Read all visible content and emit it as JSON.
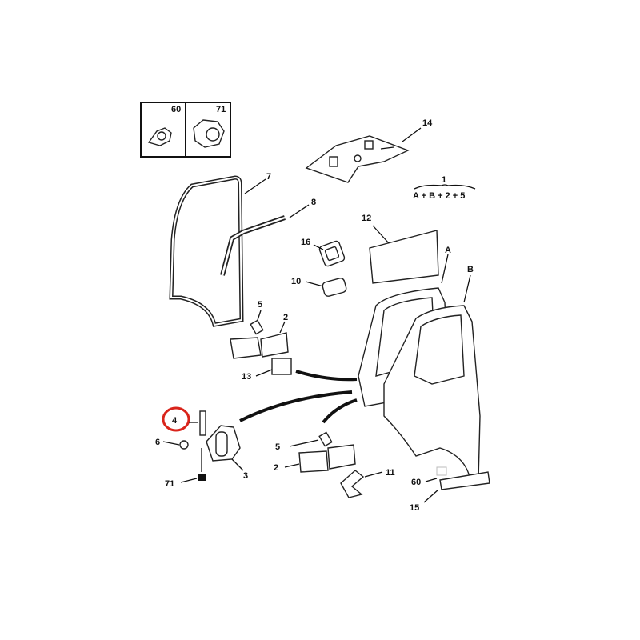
{
  "diagram": {
    "inset_labels": [
      "60",
      "71"
    ],
    "assembly": {
      "number": "1",
      "formula": "A + B + 2 + 5"
    },
    "labels": {
      "l14": "14",
      "l7": "7",
      "l8": "8",
      "l12": "12",
      "l16": "16",
      "l10": "10",
      "lA": "A",
      "lB": "B",
      "l5a": "5",
      "l2a": "2",
      "l13": "13",
      "l4": "4",
      "l6": "6",
      "l3": "3",
      "l71": "71",
      "l5b": "5",
      "l2b": "2",
      "l11": "11",
      "l60": "60",
      "l15": "15"
    },
    "highlight": {
      "label": "4",
      "color": "#d9241b"
    }
  }
}
